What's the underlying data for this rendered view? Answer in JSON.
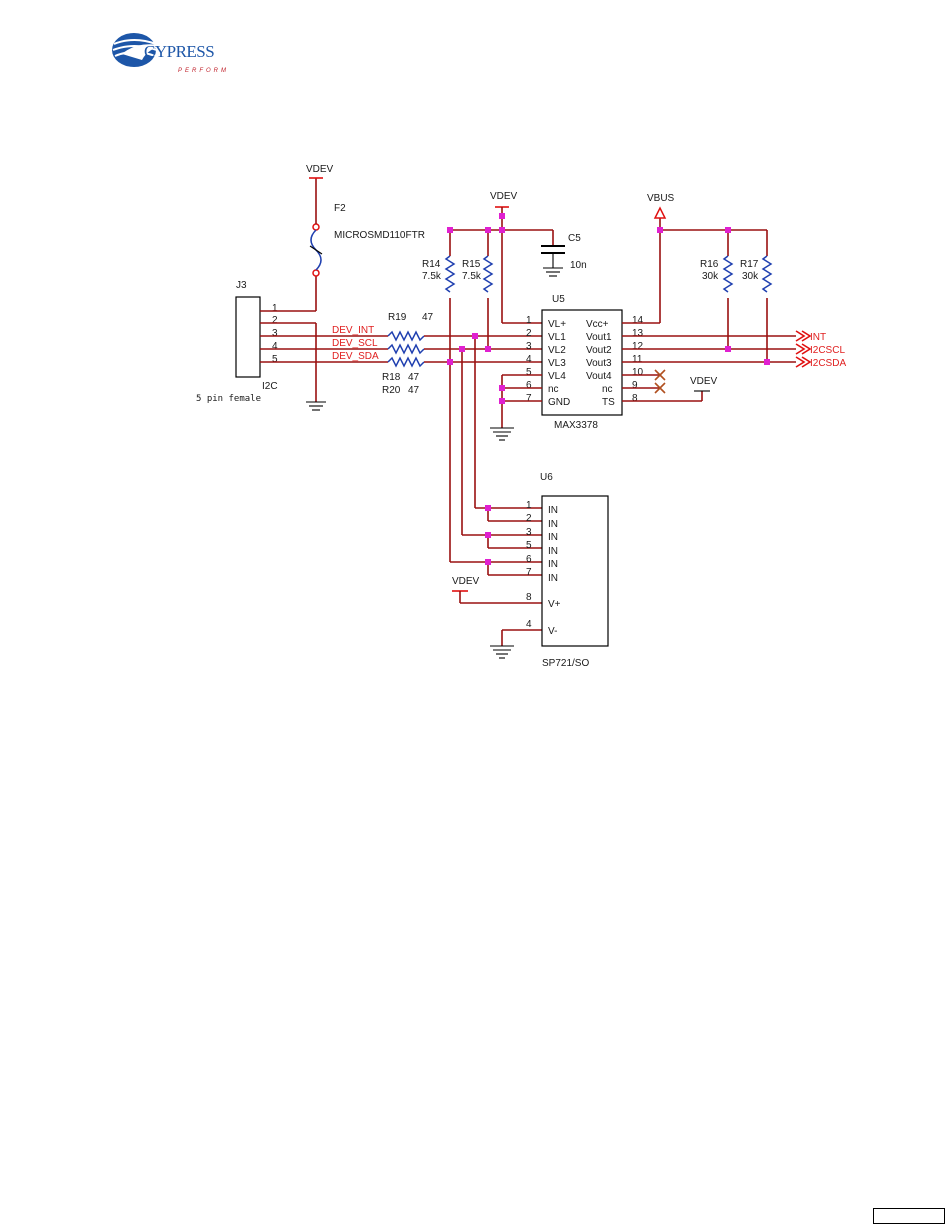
{
  "header": {
    "logo_text": "CYPRESS",
    "logo_tagline": "PERFORM"
  },
  "schematic": {
    "connector": {
      "ref": "J3",
      "bus": "I2C",
      "desc": "5 pin female",
      "pins": [
        "1",
        "2",
        "3",
        "4",
        "5"
      ]
    },
    "fuse": {
      "ref": "F2",
      "part": "MICROSMD110FTR"
    },
    "power": {
      "vdev": "VDEV",
      "vbus": "VBUS"
    },
    "nets": {
      "dev_int": "DEV_INT",
      "dev_scl": "DEV_SCL",
      "dev_sda": "DEV_SDA",
      "int": "INT",
      "i2cscl": "I2CSCL",
      "i2csda": "I2CSDA"
    },
    "resistors": {
      "r14": {
        "ref": "R14",
        "value": "7.5k"
      },
      "r15": {
        "ref": "R15",
        "value": "7.5k"
      },
      "r16": {
        "ref": "R16",
        "value": "30k"
      },
      "r17": {
        "ref": "R17",
        "value": "30k"
      },
      "r19": {
        "ref": "R19",
        "value": "47"
      },
      "r18": {
        "ref": "R18",
        "value": "47"
      },
      "r20": {
        "ref": "R20",
        "value": "47"
      }
    },
    "cap": {
      "ref": "C5",
      "value": "10n"
    },
    "u5": {
      "ref": "U5",
      "part": "MAX3378",
      "left_pins": [
        {
          "num": "1",
          "name": "VL+"
        },
        {
          "num": "2",
          "name": "VL1"
        },
        {
          "num": "3",
          "name": "VL2"
        },
        {
          "num": "4",
          "name": "VL3"
        },
        {
          "num": "5",
          "name": "VL4"
        },
        {
          "num": "6",
          "name": "nc"
        },
        {
          "num": "7",
          "name": "GND"
        }
      ],
      "right_pins": [
        {
          "num": "14",
          "name": "Vcc+"
        },
        {
          "num": "13",
          "name": "Vout1"
        },
        {
          "num": "12",
          "name": "Vout2"
        },
        {
          "num": "11",
          "name": "Vout3"
        },
        {
          "num": "10",
          "name": "Vout4"
        },
        {
          "num": "9",
          "name": "nc"
        },
        {
          "num": "8",
          "name": "TS"
        }
      ]
    },
    "u6": {
      "ref": "U6",
      "part": "SP721/SO",
      "pins": [
        {
          "num": "1",
          "name": "IN"
        },
        {
          "num": "2",
          "name": "IN"
        },
        {
          "num": "3",
          "name": "IN"
        },
        {
          "num": "5",
          "name": "IN"
        },
        {
          "num": "6",
          "name": "IN"
        },
        {
          "num": "7",
          "name": "IN"
        },
        {
          "num": "8",
          "name": "V+"
        },
        {
          "num": "4",
          "name": "V-"
        }
      ]
    }
  }
}
